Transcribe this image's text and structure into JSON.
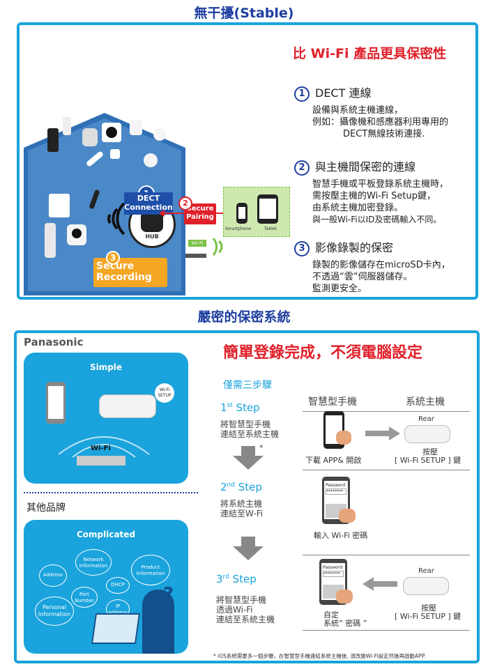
{
  "top_title": "無干擾(Stable)",
  "top_box": {
    "headline": "比 Wi-Fi 產品更具保密性",
    "features": [
      {
        "num": "1",
        "heading": "DECT 連線",
        "lines": [
          "設備與系統主機連線，",
          "例如：攝像機和感應器利用專用的",
          "DECT無線技術連接."
        ]
      },
      {
        "num": "2",
        "heading": "與主機間保密的連線",
        "lines": [
          "智慧手機或平板登錄系統主機時，",
          "需按壓主機的Wi-Fi Setup鍵，",
          "由系統主機加密登錄。",
          "與一般Wi-Fi以ID及密碼輸入不同。"
        ]
      },
      {
        "num": "3",
        "heading": "影像錄製的保密",
        "lines": [
          "錄製的影像儲存在microSD卡內，",
          "不透過“雲”伺服器儲存。",
          "監測更安全。"
        ]
      }
    ],
    "diagram": {
      "dect_num": "1",
      "dect_label": "DECT\nConnection",
      "hub_label": "HUB",
      "pairing_num": "2",
      "pairing_label": "Secure\nPairing",
      "recording_num": "3",
      "recording_label": "Secure\nRecording",
      "wifi_label": "Wi-Fi",
      "smartphone_label": "Smartphone",
      "tablet_label": "Tablet"
    }
  },
  "mid_title": "嚴密的保密系統",
  "bottom_box": {
    "brand": "Panasonic",
    "headline": "簡單登錄完成，不須電腦設定",
    "simple_label": "Simple",
    "wifi_setup_label": "Wi-Fi\nSETUP",
    "wifi_label": "Wi-Fi",
    "other_brand": "其他品牌",
    "complicated_label": "Complicated",
    "bubbles": [
      "Network\nInformation",
      "Product\nInformation",
      "Address",
      "DHCP",
      "Port\nNumber",
      "IP\naddress",
      "Personal\nInformation"
    ],
    "question_mark": "?",
    "only_three": "僅需三步驟",
    "col_phone": "智慧型手機",
    "col_hub": "系統主機",
    "steps": [
      {
        "ord": "1",
        "sup": "st",
        "word": "Step",
        "desc": [
          "將智慧型手機",
          "連結至系統主機"
        ],
        "asterisk": "*",
        "phone_caption": "下載 APP& 開啟",
        "hub_caption_1": "按壓",
        "hub_caption_2": "[ Wi-Fi  SETUP ] 鍵",
        "rear": "Rear"
      },
      {
        "ord": "2",
        "sup": "nd",
        "word": "Step",
        "desc": [
          "將系統主機",
          "連結至W-Fi"
        ],
        "password": "Password",
        "password_mask": "********",
        "phone_caption": "輸入 Wi-Fi 密碼"
      },
      {
        "ord": "3",
        "sup": "rd",
        "word": "Step",
        "desc": [
          "將智慧型手機",
          "透過Wi-Fi",
          "連結至系統主機"
        ],
        "password": "Password",
        "password_mask": "********",
        "phone_caption_1": "自定",
        "phone_caption_2": "系統” 密碼 ”",
        "hub_caption_1": "按壓",
        "hub_caption_2": "[ Wi-Fi  SETUP ] 鍵",
        "rear": "Rear"
      }
    ],
    "footnote": "* iOS系統需要多一個步驟，在智慧型手機連結系統主機後, 須改變Wi-Fi設定然後再啟動APP."
  },
  "colors": {
    "frame": "#1aa3dc",
    "title_blue": "#1e3fa0",
    "headline_red": "#e0202a",
    "dect_blue": "#1e4fa8",
    "pairing_red": "#e0202a",
    "recording_orange": "#f5a623",
    "wifi_green": "#7ac143"
  }
}
